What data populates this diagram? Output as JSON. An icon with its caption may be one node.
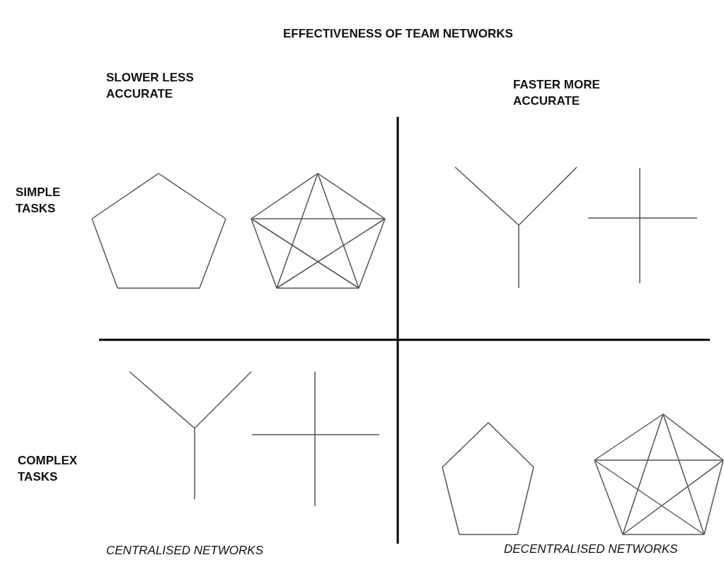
{
  "diagram": {
    "title": "EFFECTIVENESS OF TEAM NETWORKS",
    "labels": [
      "SLOWER LESS ACCURATE",
      "FASTER MORE ACCURATE",
      "SIMPLE TASKS",
      "COMPLEX TASKS",
      "CENTRALISED NETWORKS",
      "DECENTRALISED NETWORKS"
    ]
  }
}
